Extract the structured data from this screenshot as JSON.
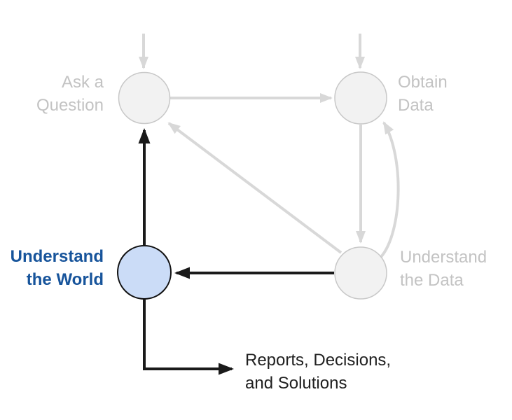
{
  "diagram": {
    "nodes": [
      {
        "id": "ask-question",
        "label": "Ask a\nQuestion",
        "state": "inactive"
      },
      {
        "id": "obtain-data",
        "label": "Obtain\nData",
        "state": "inactive"
      },
      {
        "id": "understand-data",
        "label": "Understand\nthe Data",
        "state": "inactive"
      },
      {
        "id": "understand-world",
        "label": "Understand\nthe World",
        "state": "highlighted"
      }
    ],
    "output": {
      "label": "Reports, Decisions,\nand Solutions"
    },
    "edges": [
      {
        "from": "external",
        "to": "ask-question",
        "style": "inactive",
        "shape": "straight"
      },
      {
        "from": "external",
        "to": "obtain-data",
        "style": "inactive",
        "shape": "straight"
      },
      {
        "from": "ask-question",
        "to": "obtain-data",
        "style": "inactive",
        "shape": "straight"
      },
      {
        "from": "obtain-data",
        "to": "understand-data",
        "style": "inactive",
        "shape": "straight"
      },
      {
        "from": "understand-data",
        "to": "obtain-data",
        "style": "inactive",
        "shape": "curved"
      },
      {
        "from": "understand-data",
        "to": "ask-question",
        "style": "inactive",
        "shape": "straight"
      },
      {
        "from": "understand-data",
        "to": "understand-world",
        "style": "active",
        "shape": "straight"
      },
      {
        "from": "understand-world",
        "to": "ask-question",
        "style": "active",
        "shape": "straight"
      },
      {
        "from": "understand-world",
        "to": "reports-decisions-solutions",
        "style": "active",
        "shape": "elbow"
      }
    ],
    "colors": {
      "inactive_line": "#d8d8d8",
      "inactive_node_fill": "#f2f2f2",
      "inactive_node_stroke": "#c8c8c8",
      "inactive_text": "#c3c3c3",
      "active_line": "#1a1a1a",
      "highlight_node_fill": "#cbdcf7",
      "highlight_node_stroke": "#111111",
      "highlight_text": "#17549b",
      "output_text": "#212121"
    }
  }
}
